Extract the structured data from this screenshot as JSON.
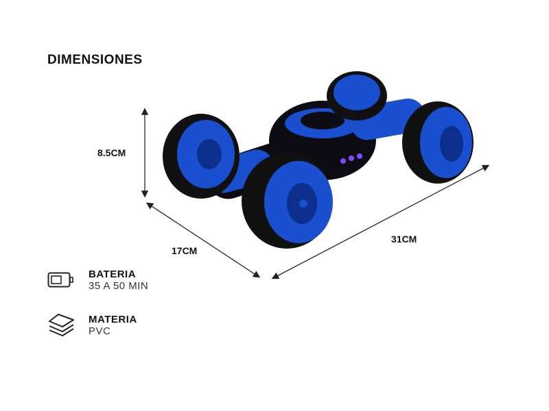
{
  "title": "DIMENSIONES",
  "dimensions": {
    "height": "8.5CM",
    "width": "17CM",
    "length": "31CM"
  },
  "specs": [
    {
      "icon": "battery-icon",
      "label": "BATERIA",
      "value": "35 A 50 MIN"
    },
    {
      "icon": "layers-icon",
      "label": "MATERIA",
      "value": "PVC"
    }
  ],
  "colors": {
    "accent": "#1a4fd0",
    "body": "#0c0c10",
    "led": "#7a4dff"
  }
}
